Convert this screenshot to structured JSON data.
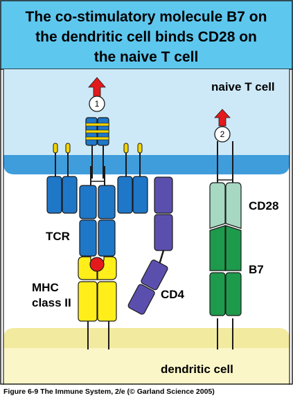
{
  "title": {
    "line1": "The co-stimulatory molecule B7 on",
    "line2": "the dendritic cell binds CD28 on",
    "line3": "the naive T cell"
  },
  "labels": {
    "t_cell": "naive T cell",
    "dendritic_cell": "dendritic cell",
    "tcr": "TCR",
    "mhc_line1": "MHC",
    "mhc_line2": "class II",
    "cd4": "CD4",
    "cd28": "CD28",
    "b7": "B7"
  },
  "steps": {
    "one": "1",
    "two": "2"
  },
  "caption": "Figure 6-9  The Immune System, 2/e (© Garland Science 2005)",
  "colors": {
    "title_bg": "#5ec7ee",
    "t_cell_membrane": "#3f9ddc",
    "t_cell_cytoplasm": "#cde9f7",
    "dendritic_membrane": "#f2ea9e",
    "dendritic_cytoplasm": "#fbf6c8",
    "tcr": "#1f77c8",
    "cd4": "#5b4fae",
    "mhc": "#ffee1a",
    "peptide": "#e3191c",
    "cd28": "#a6d8c2",
    "b7": "#1e9a4c",
    "signal_arrow": "#e3191c",
    "itam_stripe": "#f2d400"
  }
}
